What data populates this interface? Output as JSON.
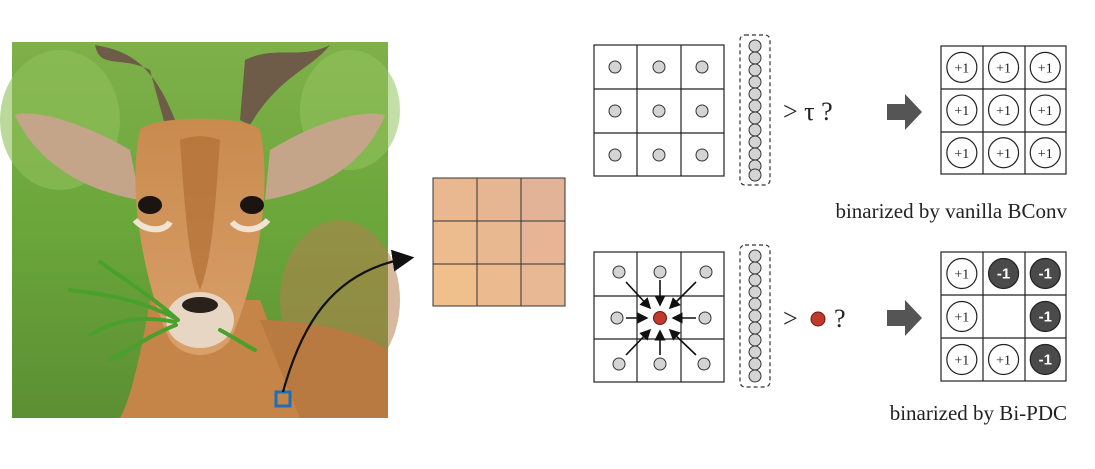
{
  "top_row": {
    "comparison_symbol": "> τ ?",
    "caption": "binarized by vanilla BConv",
    "output_values": [
      "+1",
      "+1",
      "+1",
      "+1",
      "+1",
      "+1",
      "+1",
      "+1",
      "+1"
    ]
  },
  "bottom_row": {
    "comparison_symbol": ">",
    "question_mark": "?",
    "caption": "binarized by Bi-PDC",
    "output_values": [
      "+1",
      "-1",
      "-1",
      "+1",
      "",
      "-1",
      "+1",
      "+1",
      "-1"
    ]
  },
  "colors": {
    "caption_bi_pdc": "#a01818",
    "center_dot": "#c0392b",
    "patch_highlight": "#1c6fb8",
    "arrow_fill": "#555555",
    "negative_cell": "#4a4a4a"
  },
  "icons": [
    "antelope-photo",
    "patch-square-icon",
    "curved-arrow-icon",
    "right-arrow-icon"
  ]
}
